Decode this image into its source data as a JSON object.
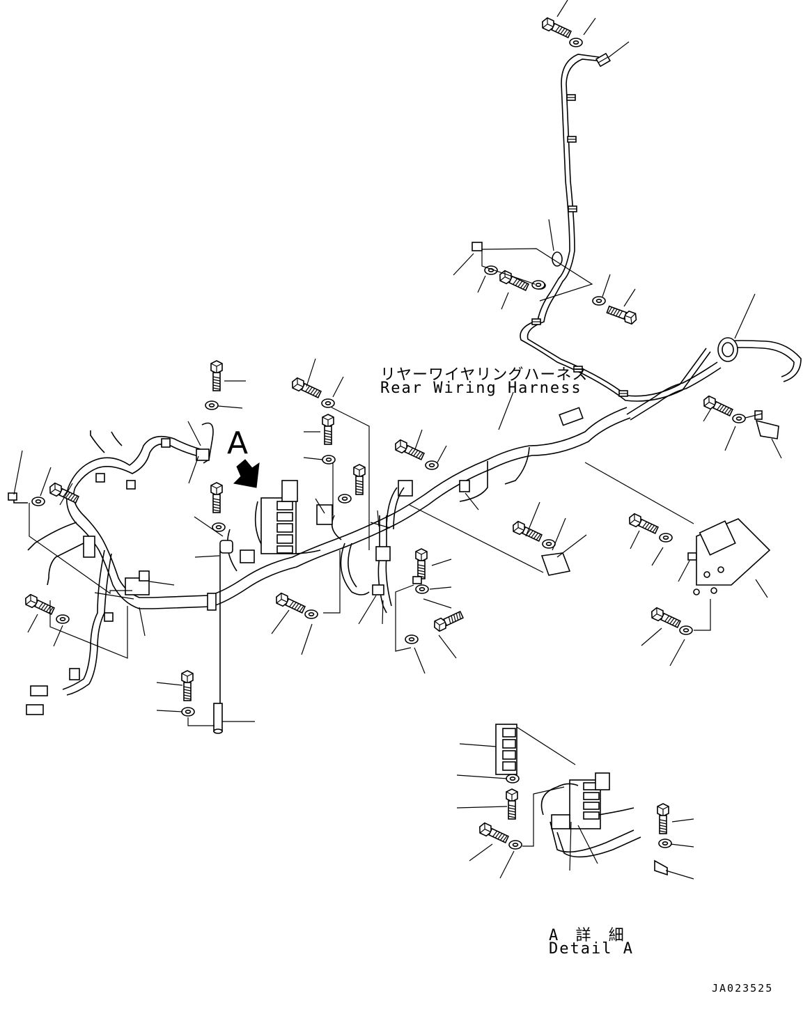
{
  "labels": {
    "harness_jp": "リヤーワイヤリングハーネス",
    "harness_en": "Rear Wiring Harness",
    "view_marker": "A",
    "detail_jp": "A 詳 細",
    "detail_en": "Detail A",
    "drawing_code": "JA023525"
  },
  "icons": {
    "view_arrow": "view-direction-arrow-icon",
    "bolt": "hex-bolt-icon",
    "washer": "washer-icon",
    "clamp": "harness-clamp-icon",
    "connector": "connector-icon",
    "bracket": "bracket-icon",
    "grommet": "grommet-icon"
  },
  "colors": {
    "line": "#000000",
    "background": "#ffffff"
  }
}
